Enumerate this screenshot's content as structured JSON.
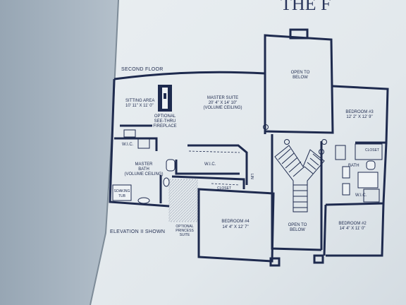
{
  "page": {
    "header_text": "THE F",
    "section_title": "SECOND FLOOR",
    "elevation_note": "ELEVATION II SHOWN"
  },
  "rooms": {
    "sitting_area": {
      "name": "SITTING AREA",
      "dims": "10' 11\" X 11' 0\""
    },
    "fireplace": {
      "line1": "OPTIONAL",
      "line2": "SEE-THRU",
      "line3": "FIREPLACE"
    },
    "master_suite": {
      "name": "MASTER SUITE",
      "dims": "20' 4\" X 14' 10\"",
      "note": "(VOLUME CEILING)"
    },
    "open_to_below_top": {
      "line1": "OPEN TO",
      "line2": "BELOW"
    },
    "bedroom3": {
      "name": "BEDROOM #3",
      "dims": "12' 2\" X 12' 9\""
    },
    "wic_left": {
      "name": "W.I.C."
    },
    "wic_center": {
      "name": "W.I.C."
    },
    "wic_right": {
      "name": "W.I.C."
    },
    "master_bath": {
      "name": "MASTER",
      "name2": "BATH",
      "note": "(VOLUME CEILING)"
    },
    "soaking_tub": {
      "line1": "SOAKING",
      "line2": "TUB"
    },
    "lin": {
      "name": "LIN"
    },
    "closet_center": {
      "name": "CLOSET"
    },
    "closet_right": {
      "name": "CLOSET"
    },
    "bath": {
      "name": "BATH"
    },
    "princess_suite": {
      "line1": "OPTIONAL",
      "line2": "PRINCESS",
      "line3": "SUITE"
    },
    "bedroom4": {
      "name": "BEDROOM #4",
      "dims": "14' 4\" X 12' 7\""
    },
    "open_to_below_bottom": {
      "line1": "OPEN TO",
      "line2": "BELOW"
    },
    "bedroom2": {
      "name": "BEDROOM #2",
      "dims": "14' 4\" X 11' 0\""
    }
  },
  "colors": {
    "ink": "#1e2a4e",
    "paper": "#e7ecef",
    "left_page": "#a8b5c1",
    "background": "#8e9aa6"
  }
}
